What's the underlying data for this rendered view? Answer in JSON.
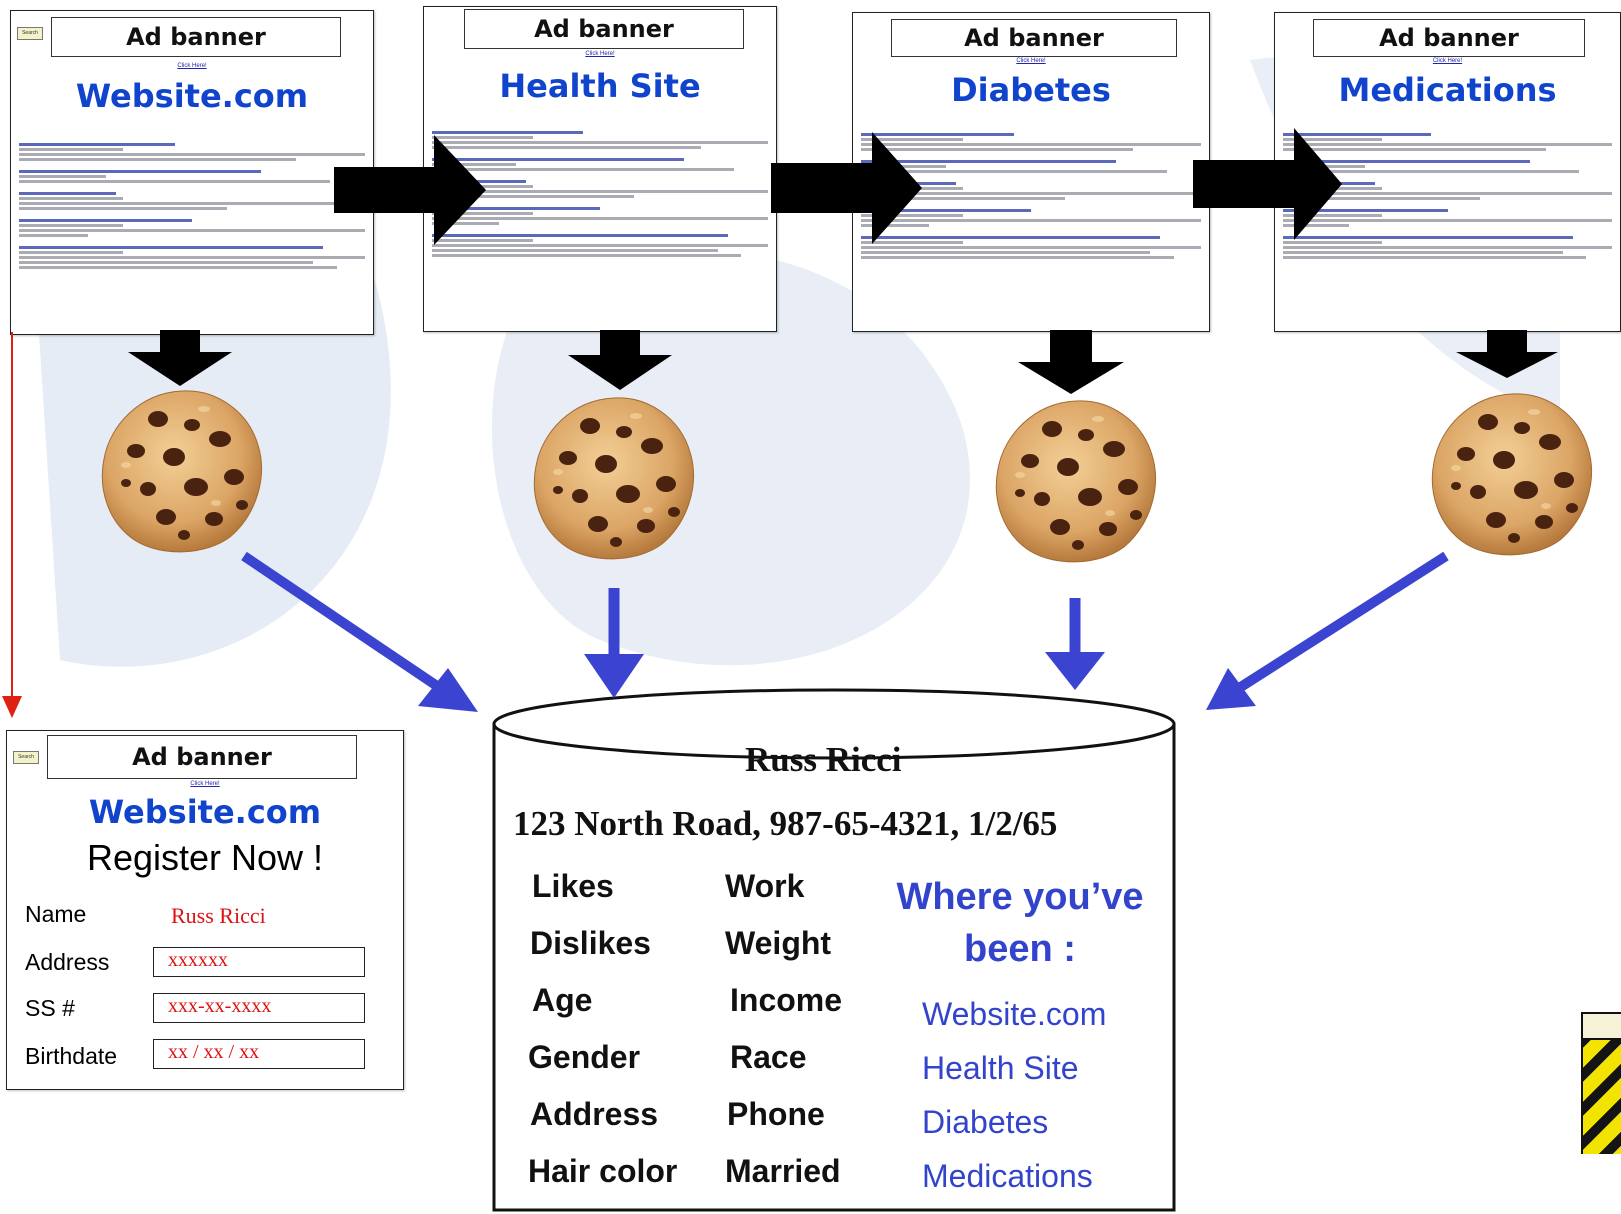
{
  "sites": [
    {
      "ad_banner": "Ad banner",
      "click_text": "Click Here!",
      "title": "Website.com"
    },
    {
      "ad_banner": "Ad banner",
      "click_text": "Click Here!",
      "title": "Health Site"
    },
    {
      "ad_banner": "Ad banner",
      "click_text": "Click Here!",
      "title": "Diabetes"
    },
    {
      "ad_banner": "Ad banner",
      "click_text": "Click Here!",
      "title": "Medications"
    }
  ],
  "registration": {
    "ad_banner": "Ad banner",
    "click_text": "Click Here!",
    "title": "Website.com",
    "heading": "Register Now !",
    "fields": [
      {
        "label": "Name",
        "value": "Russ Ricci"
      },
      {
        "label": "Address",
        "value": "xxxxxx"
      },
      {
        "label": "SS #",
        "value": "xxx-xx-xxxx"
      },
      {
        "label": "Birthdate",
        "value": "xx / xx / xx"
      }
    ]
  },
  "database": {
    "name": "Russ Ricci",
    "info": "123 North Road, 987-65-4321, 1/2/65",
    "categories_left": [
      "Likes",
      "Dislikes",
      "Age",
      "Gender",
      "Address",
      "Hair color"
    ],
    "categories_right": [
      "Work",
      "Weight",
      "Income",
      "Race",
      "Phone",
      "Married"
    ],
    "where_heading_line1": "Where you’ve",
    "where_heading_line2": "been :",
    "visited": [
      "Website.com",
      "Health Site",
      "Diabetes",
      "Medications"
    ]
  },
  "colors": {
    "site_title": "#1144cc",
    "blue_arrow": "#3a44d0",
    "red_arrow": "#dd2211",
    "form_value": "#dd1111",
    "watermark": "#e4eaf4"
  },
  "icons": [
    "cookie-icon",
    "black-arrow-icon",
    "blue-arrow-icon",
    "red-arrow-icon",
    "book-icon"
  ]
}
